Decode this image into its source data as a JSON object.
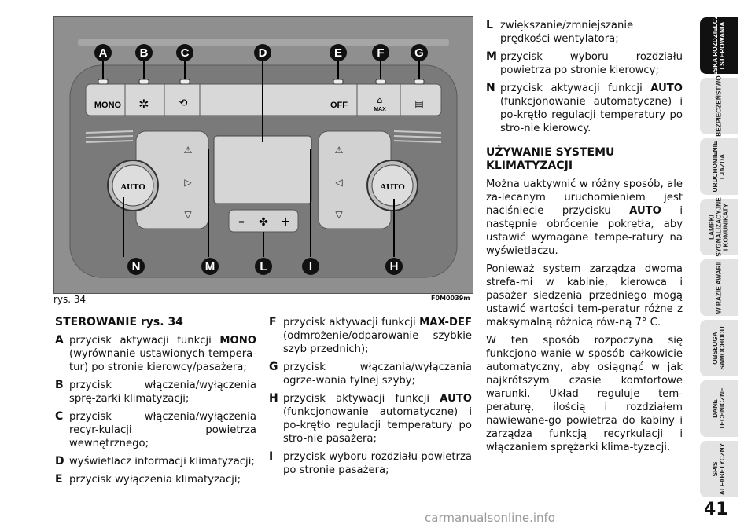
{
  "figure": {
    "caption": "rys. 34",
    "code": "F0M0039m",
    "top_labels": [
      "A",
      "B",
      "C",
      "D",
      "E",
      "F",
      "G"
    ],
    "bottom_labels": [
      "N",
      "M",
      "L",
      "I",
      "H"
    ],
    "buttons": {
      "mono": "MONO",
      "off": "OFF",
      "max": "MAX"
    },
    "knob_label": "AUTO",
    "fan_minus": "–",
    "fan_plus": "+"
  },
  "left": {
    "heading": "STEROWANIE rys. 34",
    "items": [
      {
        "k": "A",
        "pre": "przycisk aktywacji funkcji ",
        "b": "MONO",
        "post": " (wyrównanie ustawionych tempera-tur) po stronie kierowcy/pasażera;"
      },
      {
        "k": "B",
        "pre": "przycisk włączenia/wyłączenia sprę-żarki klimatyzacji;",
        "b": "",
        "post": ""
      },
      {
        "k": "C",
        "pre": "przycisk włączenia/wyłączenia recyr-kulacji powietrza wewnętrznego;",
        "b": "",
        "post": ""
      },
      {
        "k": "D",
        "pre": "wyświetlacz informacji klimatyzacji;",
        "b": "",
        "post": ""
      },
      {
        "k": "E",
        "pre": "przycisk wyłączenia klimatyzacji;",
        "b": "",
        "post": ""
      }
    ]
  },
  "middle": {
    "items": [
      {
        "k": "F",
        "pre": "przycisk aktywacji funkcji ",
        "b": "MAX-DEF",
        "post": " (odmrożenie/odparowanie szybkie szyb przednich);"
      },
      {
        "k": "G",
        "pre": "przycisk włączania/wyłączania ogrze-wania tylnej szyby;",
        "b": "",
        "post": ""
      },
      {
        "k": "H",
        "pre": "przycisk aktywacji funkcji ",
        "b": "AUTO",
        "post": " (funkcjonowanie automatyczne) i po-krętło regulacji temperatury po stro-nie pasażera;"
      },
      {
        "k": "I",
        "pre": "przycisk wyboru rozdziału powietrza po stronie pasażera;",
        "b": "",
        "post": ""
      }
    ]
  },
  "right": {
    "items": [
      {
        "k": "L",
        "pre": "zwiększanie/zmniejszanie prędkości wentylatora;",
        "b": "",
        "post": ""
      },
      {
        "k": "M",
        "pre": "przycisk wyboru rozdziału powietrza po stronie kierowcy;",
        "b": "",
        "post": ""
      },
      {
        "k": "N",
        "pre": "przycisk aktywacji funkcji ",
        "b": "AUTO",
        "post": " (funkcjonowanie automatyczne) i po-krętło regulacji temperatury po stro-nie kierowcy."
      }
    ],
    "heading": "UŻYWANIE SYSTEMU KLIMATYZACJI",
    "p1_pre": "Można uaktywnić w różny sposób, ale za-lecanym uruchomieniem jest naciśniecie przycisku ",
    "p1_b": "AUTO",
    "p1_post": " i następnie obrócenie pokrętła, aby ustawić wymagane tempe-ratury na wyświetlaczu.",
    "p2": "Ponieważ system zarządza dwoma strefa-mi w kabinie, kierowca i pasażer siedzenia przedniego mogą ustawić wartości tem-peratur różne z maksymalną różnicą rów-ną 7° C.",
    "p3": "W ten sposób rozpoczyna się funkcjono-wanie w sposób całkowicie automatyczny, aby osiągnąć w jak najkrótszym czasie komfortowe warunki. Układ reguluje tem-peraturę, ilością i rozdziałem nawiewane-go powietrza do kabiny i zarządza funkcją recyrkulacji i włączaniem sprężarki klima-tyzacji."
  },
  "tabs": [
    "DESKA ROZDZIELCZA\nI STEROWANIA",
    "BEZPIECZEŃSTWO",
    "URUCHOMIENIE\nI JAZDA",
    "LAMPKI\nSYGNALIZACYJNE\nI KOMUNIKATY",
    "W RAZIE AWARII",
    "OBSŁUGA\nSAMOCHODU",
    "DANE\nTECHNICZNE",
    "SPIS\nALFABETYCZNY"
  ],
  "page_number": "41",
  "watermark": "carmanualsonline.info"
}
